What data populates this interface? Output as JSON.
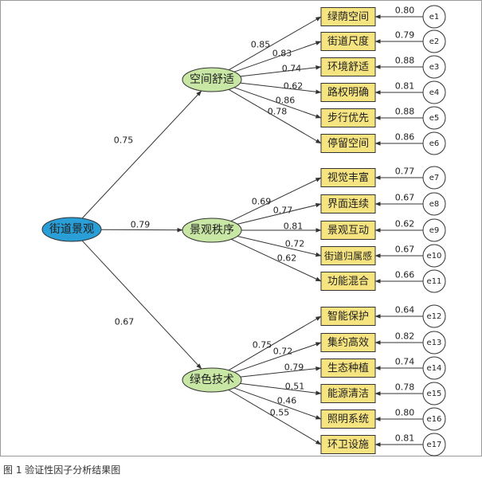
{
  "root": {
    "label": "街道景观",
    "fill": "#2a9ed6"
  },
  "colors": {
    "factor_fill": "#c8e6a4",
    "indicator_fill": "#f6e480",
    "error_fill": "#ffffff",
    "stroke": "#333333"
  },
  "factors": [
    {
      "label": "空间舒适",
      "loading": "0.75",
      "indicators": [
        {
          "label": "绿荫空间",
          "loading": "0.85",
          "error": "e1",
          "error_value": "0.80"
        },
        {
          "label": "街道尺度",
          "loading": "0.83",
          "error": "e2",
          "error_value": "0.79"
        },
        {
          "label": "环境舒适",
          "loading": "0.74",
          "error": "e3",
          "error_value": "0.88"
        },
        {
          "label": "路权明确",
          "loading": "0.62",
          "error": "e4",
          "error_value": "0.81"
        },
        {
          "label": "步行优先",
          "loading": "0.86",
          "error": "e5",
          "error_value": "0.88"
        },
        {
          "label": "停留空间",
          "loading": "0.78",
          "error": "e6",
          "error_value": "0.86"
        }
      ]
    },
    {
      "label": "景观秩序",
      "loading": "0.79",
      "indicators": [
        {
          "label": "视觉丰富",
          "loading": "0.69",
          "error": "e7",
          "error_value": "0.77"
        },
        {
          "label": "界面连续",
          "loading": "0.77",
          "error": "e8",
          "error_value": "0.67"
        },
        {
          "label": "景观互动",
          "loading": "0.81",
          "error": "e9",
          "error_value": "0.62"
        },
        {
          "label": "街道归属感",
          "loading": "0.72",
          "error": "e10",
          "error_value": "0.67"
        },
        {
          "label": "功能混合",
          "loading": "0.62",
          "error": "e11",
          "error_value": "0.66"
        }
      ]
    },
    {
      "label": "绿色技术",
      "loading": "0.67",
      "indicators": [
        {
          "label": "智能保护",
          "loading": "0.75",
          "error": "e12",
          "error_value": "0.64"
        },
        {
          "label": "集约高效",
          "loading": "0.72",
          "error": "e13",
          "error_value": "0.82"
        },
        {
          "label": "生态种植",
          "loading": "0.79",
          "error": "e14",
          "error_value": "0.74"
        },
        {
          "label": "能源清洁",
          "loading": "0.51",
          "error": "e15",
          "error_value": "0.78"
        },
        {
          "label": "照明系统",
          "loading": "0.46",
          "error": "e16",
          "error_value": "0.80"
        },
        {
          "label": "环卫设施",
          "loading": "0.55",
          "error": "e17",
          "error_value": "0.81"
        }
      ]
    }
  ],
  "caption": "图 1  验证性因子分析结果图"
}
